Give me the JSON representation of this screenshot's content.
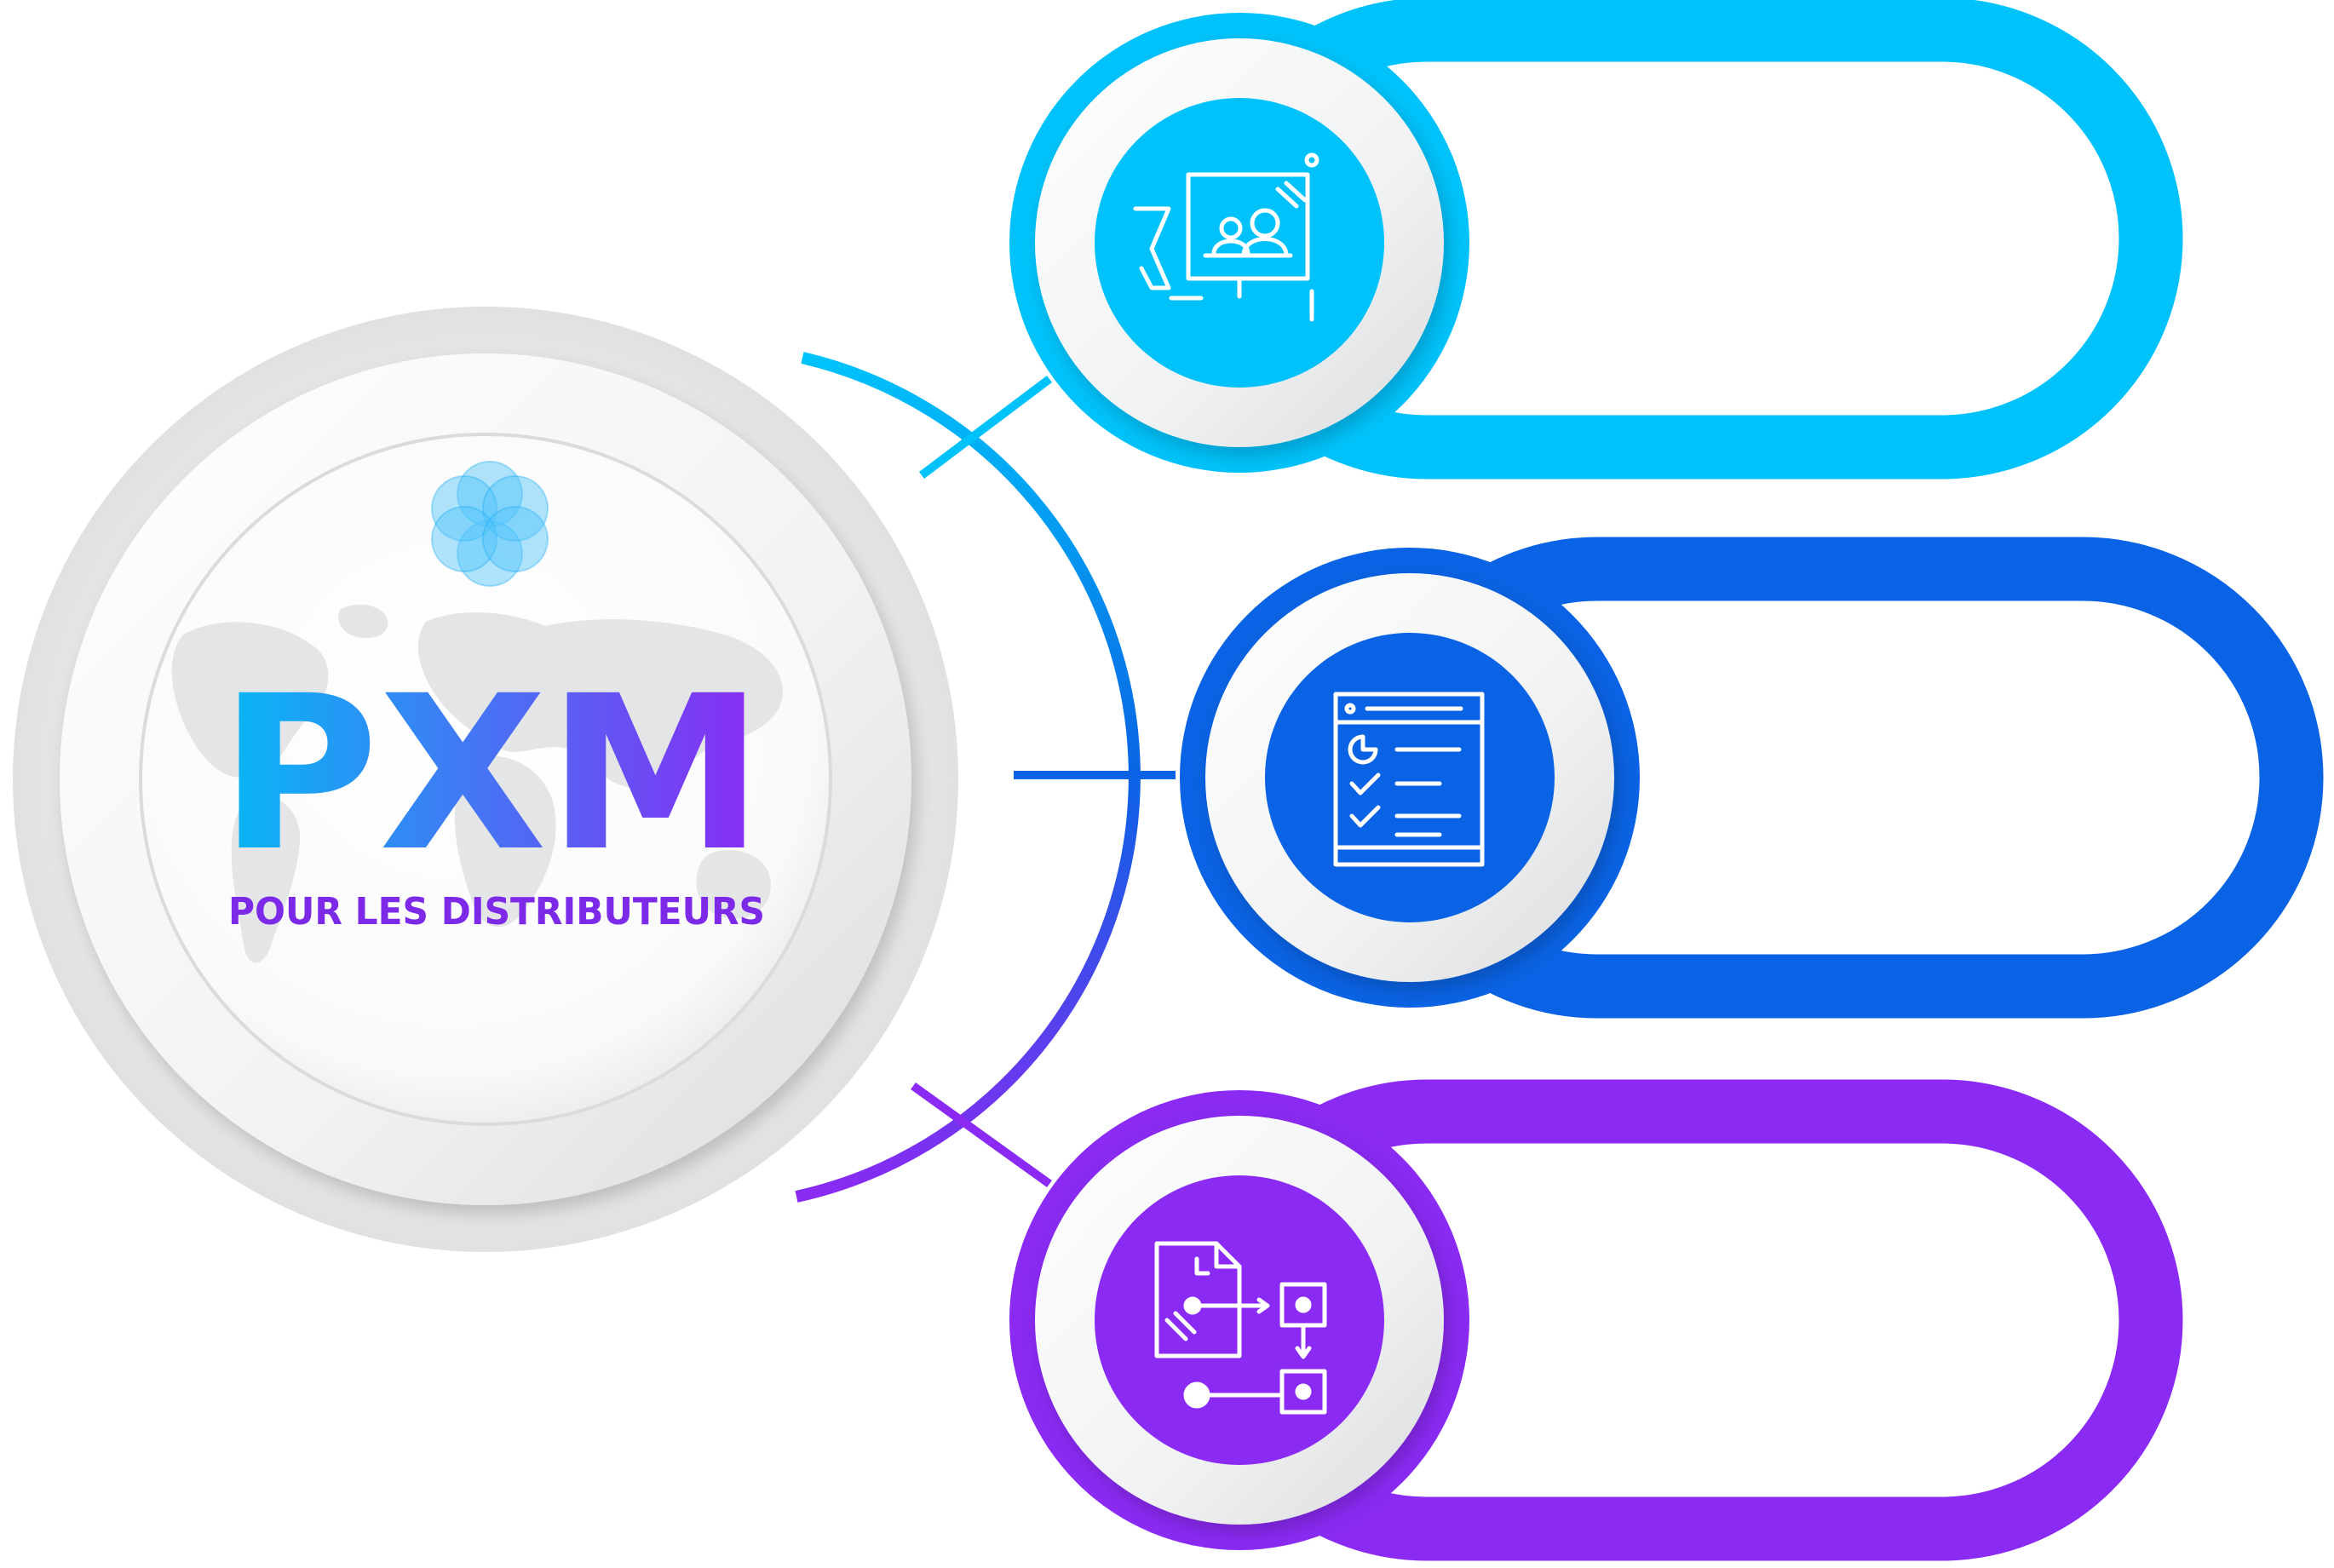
{
  "hub": {
    "title": "PXM",
    "subtitle": "POUR LES DISTRIBUTEURS",
    "logo_icon": "flower-of-life-icon",
    "background_icon": "world-map-icon"
  },
  "colors": {
    "cyan": "#00C2FA",
    "blue": "#0A63E4",
    "purple": "#8A2AF3",
    "gray_ring": "#E3E5E6",
    "title_gradient_start": "#06B9F5",
    "title_gradient_end": "#8A2AF3",
    "subtitle": "#7D2AE8"
  },
  "branches": [
    {
      "id": "presentation",
      "icon": "presentation-board-icon",
      "color": "#00C2FA",
      "label": ""
    },
    {
      "id": "checklist",
      "icon": "checklist-document-icon",
      "color": "#0A63E4",
      "label": ""
    },
    {
      "id": "workflow",
      "icon": "workflow-process-icon",
      "color": "#8A2AF3",
      "label": ""
    }
  ]
}
